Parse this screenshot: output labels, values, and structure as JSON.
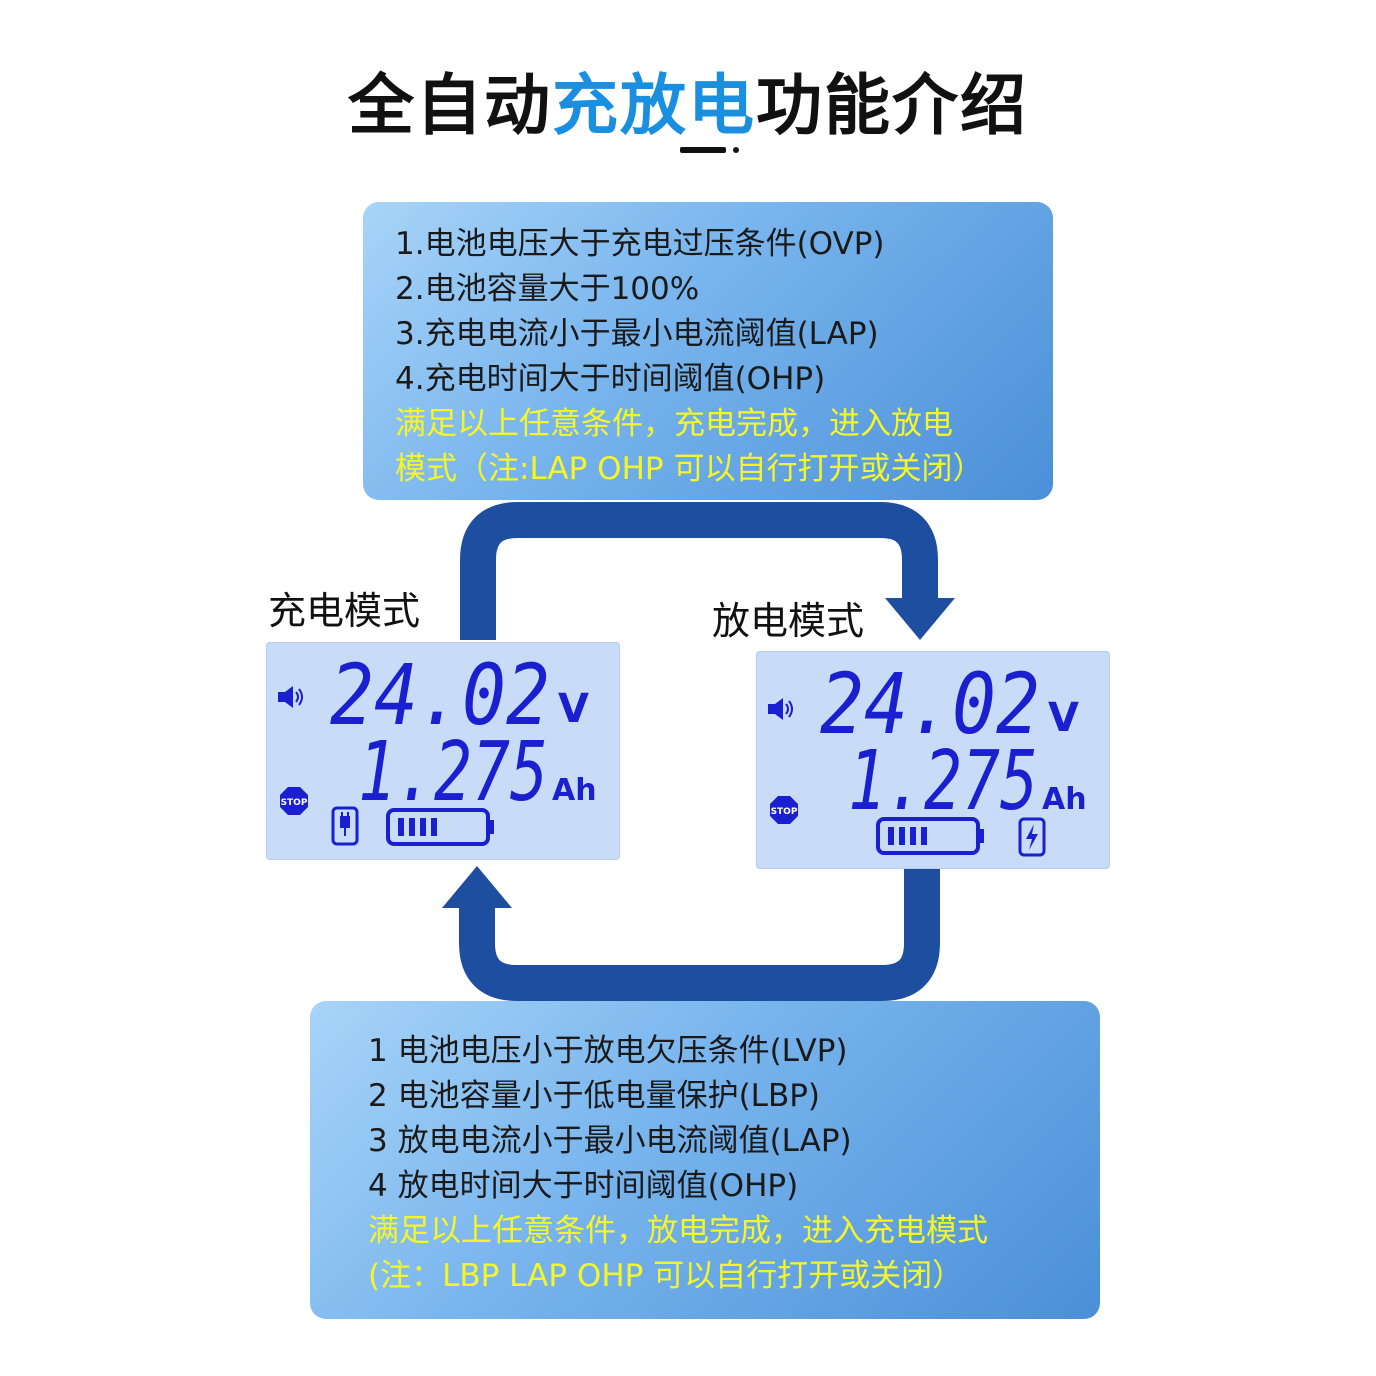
{
  "title": {
    "part1": "全自动",
    "part2": "充放电",
    "part3": "功能介绍"
  },
  "charge_to_discharge": {
    "lines": [
      "1.电池电压大于充电过压条件(OVP)",
      "2.电池容量大于100%",
      "3.充电电流小于最小电流阈值(LAP)",
      "4.充电时间大于时间阈值(OHP)"
    ],
    "note_lines": [
      "满足以上任意条件，充电完成，进入放电",
      "模式（注:LAP  OHP 可以自行打开或关闭）"
    ]
  },
  "discharge_to_charge": {
    "lines": [
      "1 电池电压小于放电欠压条件(LVP)",
      "2 电池容量小于低电量保护(LBP)",
      "3 放电电流小于最小电流阈值(LAP)",
      "4 放电时间大于时间阈值(OHP)"
    ],
    "note_lines": [
      "满足以上任意条件，放电完成，进入充电模式",
      "(注：LBP  LAP  OHP 可以自行打开或关闭）"
    ]
  },
  "charge_mode": {
    "label": "充电模式",
    "voltage": "24.02",
    "voltage_unit": "V",
    "capacity": "1.275",
    "capacity_unit": "Ah",
    "stop_text": "STOP",
    "battery_level_bars": 4
  },
  "discharge_mode": {
    "label": "放电模式",
    "voltage": "24.02",
    "voltage_unit": "V",
    "capacity": "1.275",
    "capacity_unit": "Ah",
    "stop_text": "STOP",
    "battery_level_bars": 4
  },
  "colors": {
    "title_highlight": "#1a8fe0",
    "note_text": "#f4f52a",
    "arrow": "#1e4ea0",
    "lcd_background": "#c9dcf7",
    "lcd_segment": "#1a1fd0"
  },
  "icons": [
    "speaker-icon",
    "stop-sign-icon",
    "plug-icon",
    "battery-icon",
    "lightning-icon"
  ]
}
